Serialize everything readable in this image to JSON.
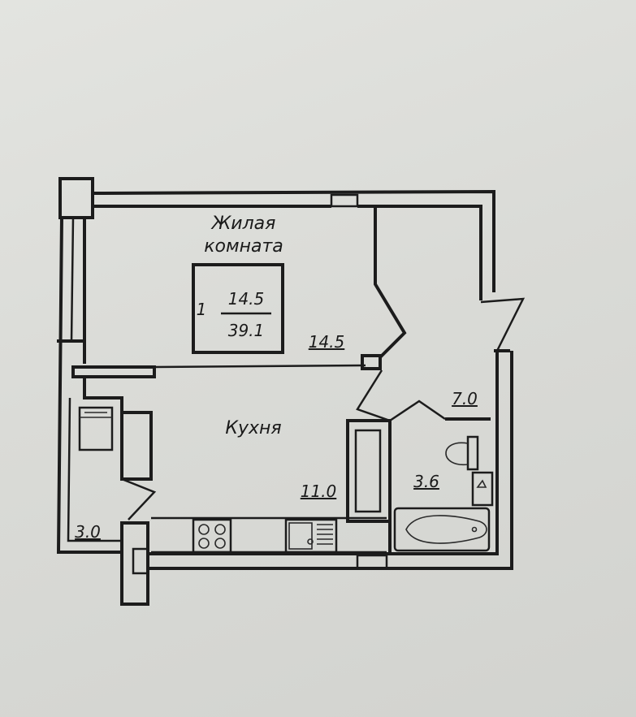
{
  "plan": {
    "living_room": {
      "name_line1": "Жилая",
      "name_line2": "комната",
      "area": "14.5"
    },
    "apartment_box": {
      "rooms": "1",
      "living_area": "14.5",
      "total_area": "39.1"
    },
    "kitchen": {
      "name": "Кухня",
      "area": "11.0"
    },
    "hallway": {
      "area": "7.0"
    },
    "bathroom": {
      "area": "3.6"
    },
    "balcony": {
      "area": "3.0"
    }
  },
  "colors": {
    "ink": "#1c1c1c",
    "paper": "#dcddd9"
  }
}
